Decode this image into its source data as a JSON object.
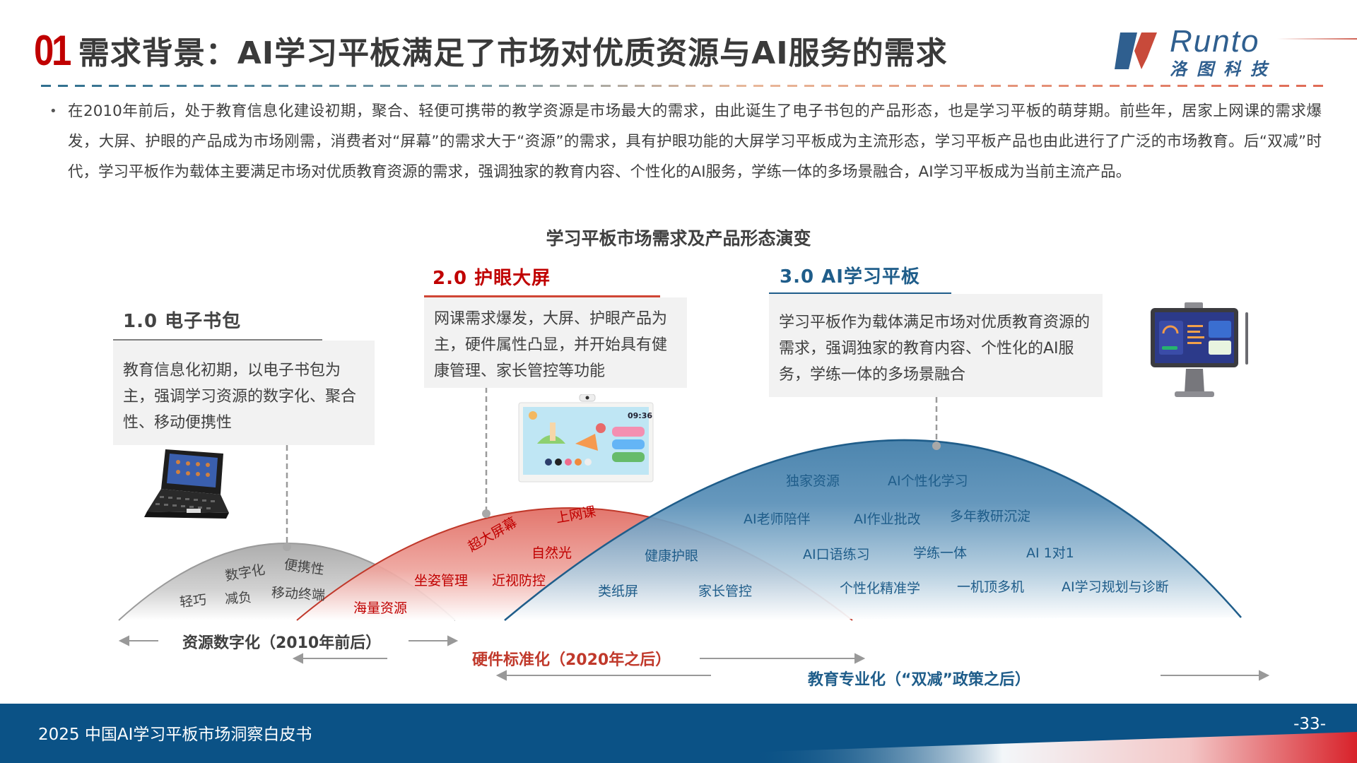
{
  "header": {
    "section_number": "01",
    "title": "需求背景：AI学习平板满足了市场对优质资源与AI服务的需求"
  },
  "logo": {
    "brand_en": "Runto",
    "brand_cn": "洛图科技",
    "colors": {
      "blue": "#2f5f8f",
      "red": "#c84a3a"
    }
  },
  "intro": {
    "bullet": "•",
    "text": "在2010年前后，处于教育信息化建设初期，聚合、轻便可携带的教学资源是市场最大的需求，由此诞生了电子书包的产品形态，也是学习平板的萌芽期。前些年，居家上网课的需求爆发，大屏、护眼的产品成为市场刚需，消费者对“屏幕”的需求大于“资源”的需求，具有护眼功能的大屏学习平板成为主流形态，学习平板产品也由此进行了广泛的市场教育。后“双减”时代，学习平板作为载体主要满足市场对优质教育资源的需求，强调独家的教育内容、个性化的AI服务，学练一体的多场景融合，AI学习平板成为当前主流产品。"
  },
  "diagram": {
    "title": "学习平板市场需求及产品形态演变",
    "stages": [
      {
        "title": "1.0 电子书包",
        "description": "教育信息化初期，以电子书包为主，强调学习资源的数字化、聚合性、移动便携性",
        "color": "#808080",
        "device": "e-book-device",
        "tags": [
          "数字化",
          "便携性",
          "轻巧",
          "减负",
          "移动终端"
        ]
      },
      {
        "title": "2.0 护眼大屏",
        "description": "网课需求爆发，大屏、护眼产品为主，硬件属性凸显，并开始具有健康管理、家长管控等功能",
        "color": "#c00000",
        "device": "large-screen-device",
        "tags": [
          "上网课",
          "超大屏幕",
          "自然光",
          "坐姿管理",
          "近视防控",
          "海量资源"
        ]
      },
      {
        "title": "3.0 AI学习平板",
        "description": "学习平板作为载体满足市场对优质教育资源的需求，强调独家的教育内容、个性化的AI服务，学练一体的多场景融合",
        "color": "#1f5d8a",
        "device": "ai-tablet-device",
        "tags": [
          "独家资源",
          "AI个性化学习",
          "AI老师陪伴",
          "AI作业批改",
          "多年教研沉淀",
          "健康护眼",
          "AI口语练习",
          "学练一体",
          "AI 1对1",
          "类纸屏",
          "家长管控",
          "个性化精准学",
          "一机顶多机",
          "AI学习规划与诊断"
        ]
      }
    ],
    "eras": [
      {
        "label": "资源数字化（2010年前后）",
        "color": "#404040"
      },
      {
        "label": "硬件标准化（2020年之后）",
        "color": "#c0392b"
      },
      {
        "label": "教育专业化（“双减”政策之后）",
        "color": "#1f5d8a"
      }
    ],
    "device_screen": {
      "clock": "09:36"
    }
  },
  "footer": {
    "report_title": "2025 中国AI学习平板市场洞察白皮书",
    "page_number": "-33-"
  }
}
